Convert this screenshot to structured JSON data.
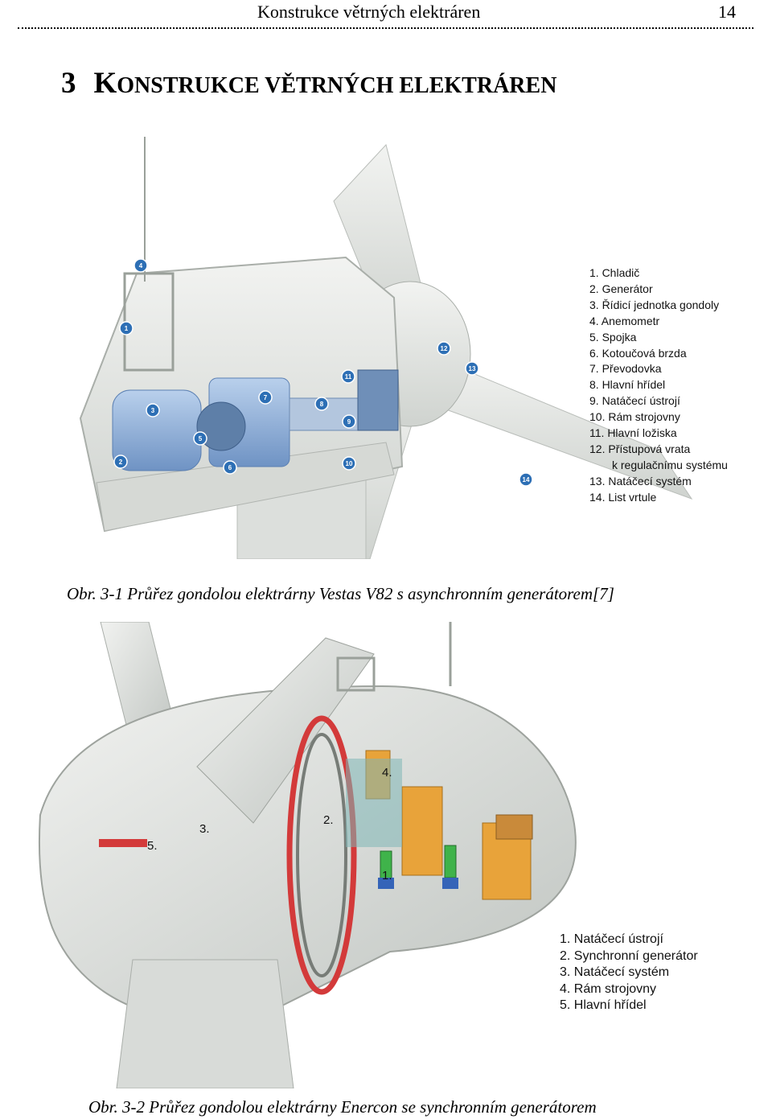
{
  "header": {
    "title": "Konstrukce větrných elektráren",
    "page_number": "14"
  },
  "chapter": {
    "number": "3",
    "first_letter": "K",
    "rest": "ONSTRUKCE VĚTRNÝCH ELEKTRÁREN"
  },
  "figure1": {
    "caption": "Obr. 3-1 Průřez gondolou elektrárny Vestas V82 s asynchronním generátorem[7]",
    "legend": [
      "1. Chladič",
      "2. Generátor",
      "3. Řídicí jednotka gondoly",
      "4. Anemometr",
      "5. Spojka",
      "6. Kotoučová brzda",
      "7. Převodovka",
      "8. Hlavní hřídel",
      "9. Natáčecí ústrojí",
      "10. Rám strojovny",
      "11. Hlavní ložiska",
      "12. Přístupová vrata",
      "k regulačnímu systému",
      "13. Natáčecí systém",
      "14. List vrtule"
    ],
    "markers": [
      "1",
      "2",
      "3",
      "4",
      "5",
      "6",
      "7",
      "8",
      "9",
      "10",
      "11",
      "12",
      "13",
      "14"
    ]
  },
  "figure2": {
    "caption": "Obr. 3-2 Průřez gondolou elektrárny Enercon se synchronním generátorem",
    "legend": [
      "1. Natáčecí ústrojí",
      "2. Synchronní generátor",
      "3. Natáčecí systém",
      "4. Rám strojovny",
      "5. Hlavní hřídel"
    ],
    "markers": [
      "1.",
      "2.",
      "3.",
      "4.",
      "5."
    ]
  },
  "colors": {
    "nacelle": "#e4e6e3",
    "blue_parts": "#8fb3dc",
    "red_ring": "#d33a3a",
    "orange_box": "#e8a33a"
  }
}
